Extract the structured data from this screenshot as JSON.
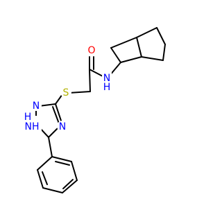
{
  "molecule": {
    "atom_colors": {
      "C": "#000000",
      "N": "#0000ff",
      "O": "#ff0000",
      "S": "#b2b200"
    },
    "atoms": {
      "O": "O",
      "N_amide": "N",
      "H_amide": "H",
      "S": "S",
      "N_ring_a": "N",
      "N_ring_b": "N",
      "NH_ring": "NH",
      "NH_ring_h": "H"
    }
  }
}
